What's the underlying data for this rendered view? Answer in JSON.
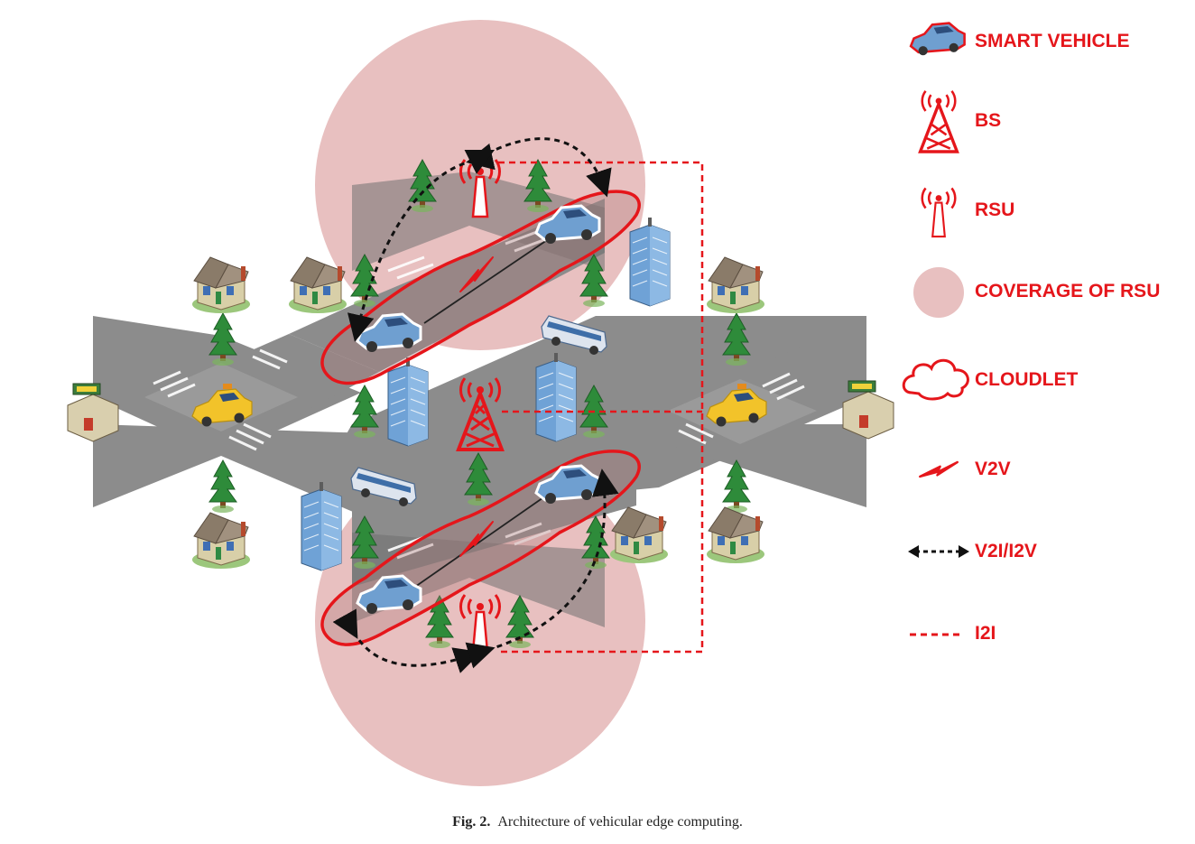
{
  "colors": {
    "accent_red": "#e5161b",
    "coverage": "#e8c0c0",
    "road": "#8c8c8c",
    "tree": "#2e8b3a",
    "car_blue": "#6f9fd0",
    "taxi": "#f2c32a"
  },
  "legend": {
    "smart_vehicle": "SMART VEHICLE",
    "bs": "BS",
    "rsu": "RSU",
    "coverage": "COVERAGE OF RSU",
    "cloudlet": "CLOUDLET",
    "v2v": "V2V",
    "v2i": "V2I/I2V",
    "i2i": "I2I"
  },
  "caption": {
    "label": "Fig. 2.",
    "text": "Architecture of vehicular edge computing."
  }
}
